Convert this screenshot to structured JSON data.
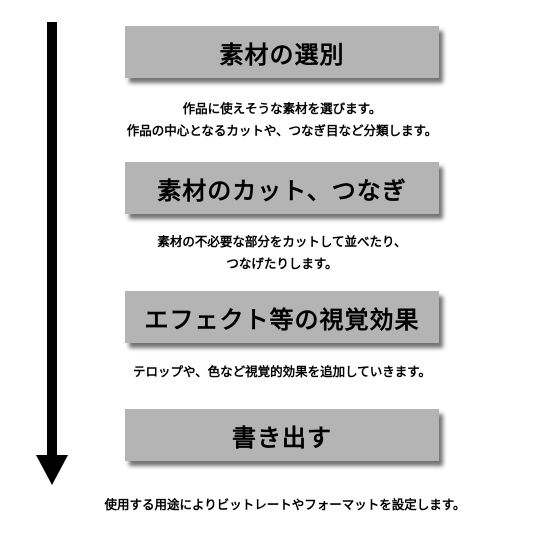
{
  "steps": [
    {
      "title": "素材の選別",
      "lines": [
        "作品に使えそうな素材を選びます。",
        "作品の中心となるカットや、つなぎ目など分類します。"
      ]
    },
    {
      "title": "素材のカット、つなぎ",
      "lines": [
        "素材の不必要な部分をカットして並べたり、",
        "つなげたりします。"
      ]
    },
    {
      "title": "エフェクト等の視覚効果",
      "lines": [
        "テロップや、色など視覚的効果を追加していきます。"
      ]
    },
    {
      "title": "書き出す",
      "lines": [
        "使用する用途によりビットレートやフォーマットを設定します。"
      ]
    }
  ],
  "colors": {
    "box": "#b4b4b4",
    "arrow": "#000000",
    "text": "#000000"
  }
}
